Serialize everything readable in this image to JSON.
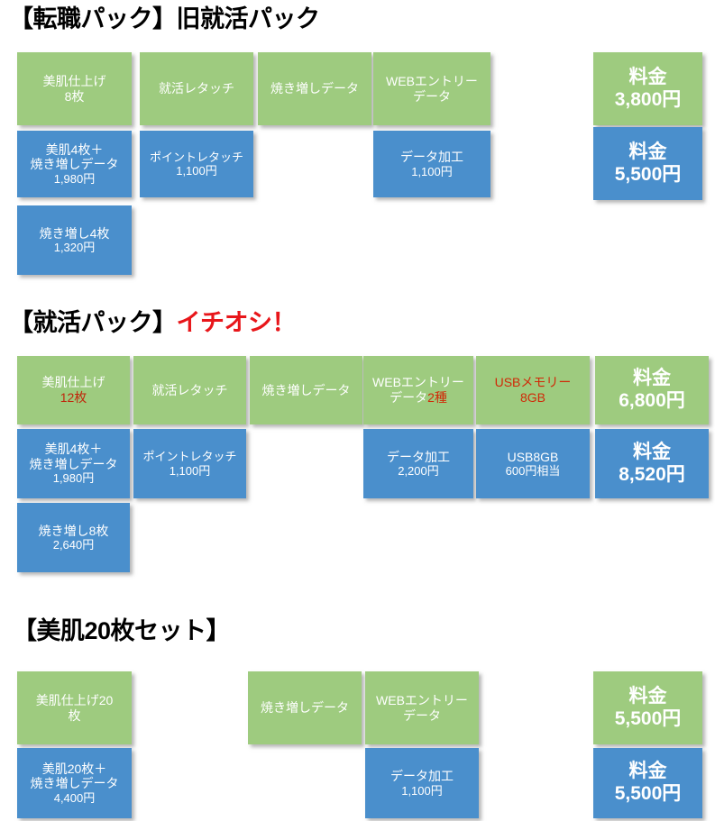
{
  "sections": [
    {
      "id": "tenshoku-pack",
      "heading_main": "【転職パック】旧就活パック",
      "heading_accent": "",
      "boxes": [
        {
          "name": "biihada-finish-8",
          "lines": [
            "美肌仕上げ",
            "8枚"
          ],
          "color": "green",
          "kind": "label"
        },
        {
          "name": "shukatsu-retouch",
          "lines": [
            "就活レタッチ"
          ],
          "color": "green",
          "kind": "label"
        },
        {
          "name": "yakimashi-data",
          "lines": [
            "焼き増しデータ"
          ],
          "color": "green",
          "kind": "label"
        },
        {
          "name": "web-entry-data",
          "lines": [
            "WEBエントリー",
            "データ"
          ],
          "color": "green",
          "kind": "label"
        },
        {
          "name": "price-green",
          "lines": [
            "料金",
            "3,800円"
          ],
          "color": "green",
          "kind": "price"
        },
        {
          "name": "biihada-4-plus-yakimashi",
          "lines": [
            "美肌4枚＋",
            "焼き増しデータ",
            "1,980円"
          ],
          "color": "blue",
          "kind": "label"
        },
        {
          "name": "point-retouch",
          "lines": [
            "ポイントレタッチ",
            "1,100円"
          ],
          "color": "blue",
          "kind": "label"
        },
        {
          "name": "data-kakou",
          "lines": [
            "データ加工",
            "1,100円"
          ],
          "color": "blue",
          "kind": "label"
        },
        {
          "name": "price-blue",
          "lines": [
            "料金",
            "5,500円"
          ],
          "color": "blue",
          "kind": "price"
        },
        {
          "name": "yakimashi-4",
          "lines": [
            "焼き増し4枚",
            "1,320円"
          ],
          "color": "blue",
          "kind": "label"
        }
      ]
    },
    {
      "id": "shukatsu-pack",
      "heading_main": "【就活パック】",
      "heading_accent": "イチオシ！",
      "boxes": [
        {
          "name": "biihada-finish-12",
          "lines": [
            "美肌仕上げ",
            "12枚"
          ],
          "color": "green",
          "kind": "label"
        },
        {
          "name": "shukatsu-retouch",
          "lines": [
            "就活レタッチ"
          ],
          "color": "green",
          "kind": "label"
        },
        {
          "name": "yakimashi-data",
          "lines": [
            "焼き増しデータ"
          ],
          "color": "green",
          "kind": "label"
        },
        {
          "name": "web-entry-data-2shu",
          "lines": [
            "WEBエントリー",
            "データ2種"
          ],
          "color": "green",
          "kind": "label"
        },
        {
          "name": "usb-memory-8gb",
          "lines": [
            "USBメモリー",
            "8GB"
          ],
          "color": "green",
          "kind": "label"
        },
        {
          "name": "price-green",
          "lines": [
            "料金",
            "6,800円"
          ],
          "color": "green",
          "kind": "price"
        },
        {
          "name": "biihada-4-plus-yakimashi",
          "lines": [
            "美肌4枚＋",
            "焼き増しデータ",
            "1,980円"
          ],
          "color": "blue",
          "kind": "label"
        },
        {
          "name": "point-retouch",
          "lines": [
            "ポイントレタッチ",
            "1,100円"
          ],
          "color": "blue",
          "kind": "label"
        },
        {
          "name": "data-kakou",
          "lines": [
            "データ加工",
            "2,200円"
          ],
          "color": "blue",
          "kind": "label"
        },
        {
          "name": "usb-8gb-value",
          "lines": [
            "USB8GB",
            "600円相当"
          ],
          "color": "blue",
          "kind": "label"
        },
        {
          "name": "price-blue",
          "lines": [
            "料金",
            "8,520円"
          ],
          "color": "blue",
          "kind": "price"
        },
        {
          "name": "yakimashi-8",
          "lines": [
            "焼き増し8枚",
            "2,640円"
          ],
          "color": "blue",
          "kind": "label"
        }
      ]
    },
    {
      "id": "biihada-20-set",
      "heading_main": "【美肌20枚セット】",
      "heading_accent": "",
      "boxes": [
        {
          "name": "biihada-finish-20",
          "lines": [
            "美肌仕上げ20",
            "枚"
          ],
          "color": "green",
          "kind": "label"
        },
        {
          "name": "yakimashi-data",
          "lines": [
            "焼き増しデータ"
          ],
          "color": "green",
          "kind": "label"
        },
        {
          "name": "web-entry-data",
          "lines": [
            "WEBエントリー",
            "データ"
          ],
          "color": "green",
          "kind": "label"
        },
        {
          "name": "price-green",
          "lines": [
            "料金",
            "5,500円"
          ],
          "color": "green",
          "kind": "price"
        },
        {
          "name": "biihada-20-plus-yakimashi",
          "lines": [
            "美肌20枚＋",
            "焼き増しデータ",
            "4,400円"
          ],
          "color": "blue",
          "kind": "label"
        },
        {
          "name": "data-kakou",
          "lines": [
            "データ加工",
            "1,100円"
          ],
          "color": "blue",
          "kind": "label"
        },
        {
          "name": "price-blue",
          "lines": [
            "料金",
            "5,500円"
          ],
          "color": "blue",
          "kind": "price"
        }
      ]
    }
  ],
  "colors": {
    "green": "#9ecb7f",
    "blue": "#4a8fcc",
    "accent_red": "#e8161a",
    "box_text": "#ffffff",
    "heading_text": "#000000"
  }
}
